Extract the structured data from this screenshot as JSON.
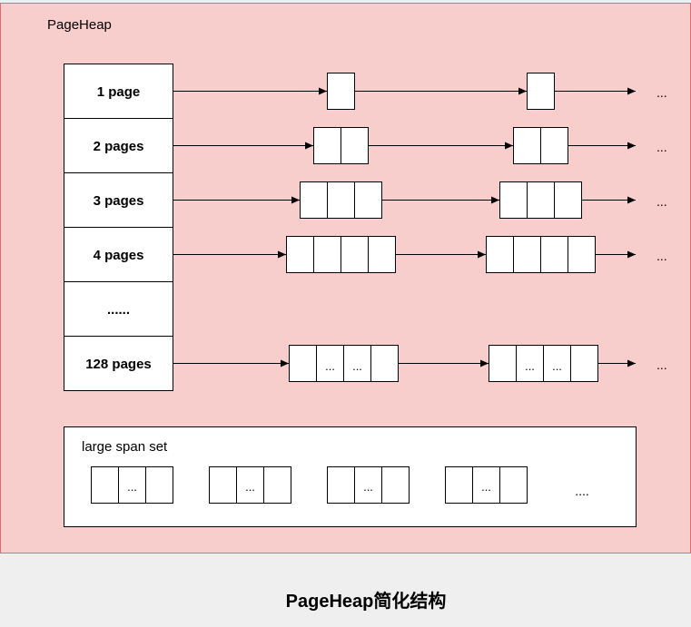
{
  "diagram": {
    "title": "PageHeap",
    "caption": "PageHeap简化结构",
    "colors": {
      "panel_fill": "#f8cecc",
      "panel_stroke": "#e26b6b",
      "box_fill": "#ffffff",
      "stroke": "#000000",
      "page_bg": "#efefef"
    },
    "free_lists": [
      {
        "label": "1 page",
        "cells": [
          "",
          ""
        ],
        "ellipsis": "..."
      },
      {
        "label": "2 pages",
        "ellipsis": "..."
      },
      {
        "label": "3 pages",
        "ellipsis": "..."
      },
      {
        "label": "4 pages",
        "ellipsis": "..."
      },
      {
        "label": "......"
      },
      {
        "label": "128 pages",
        "cell_text": "...",
        "ellipsis": "..."
      }
    ],
    "large_span_set": {
      "label": "large span set",
      "cell_text": "...",
      "ellipsis": "...."
    }
  }
}
